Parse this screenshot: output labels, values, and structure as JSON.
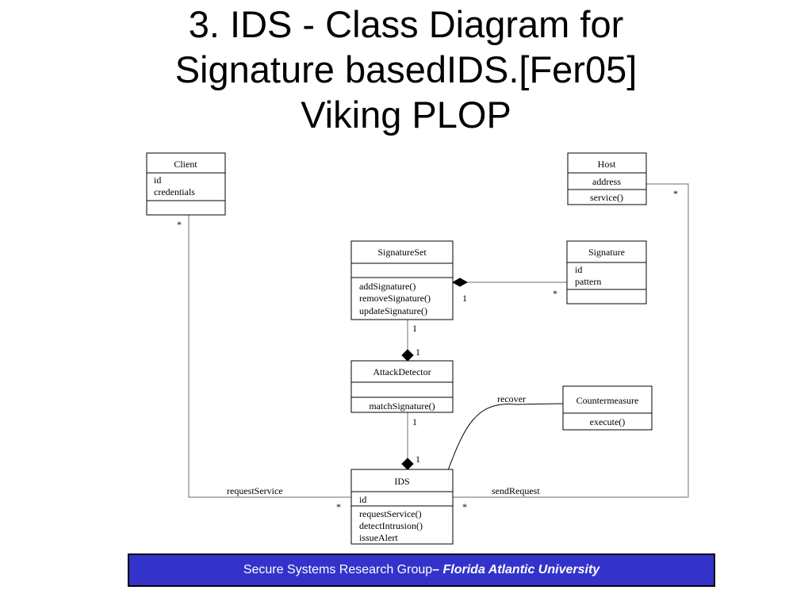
{
  "slide": {
    "title_lines": [
      "3. IDS - Class Diagram for",
      "Signature basedIDS.[Fer05]",
      "Viking PLOP"
    ]
  },
  "classes": {
    "client": {
      "name": "Client",
      "attributes": [
        "id",
        "credentials"
      ],
      "operations": []
    },
    "host": {
      "name": "Host",
      "attributes": [
        "address"
      ],
      "operations": [
        "service()"
      ]
    },
    "signature_set": {
      "name": "SignatureSet",
      "attributes": [],
      "operations": [
        "addSignature()",
        "removeSignature()",
        "updateSignature()"
      ]
    },
    "signature": {
      "name": "Signature",
      "attributes": [
        "id",
        "pattern"
      ],
      "operations": []
    },
    "attack_detector": {
      "name": "AttackDetector",
      "attributes": [],
      "operations": [
        "matchSignature()"
      ]
    },
    "countermeasure": {
      "name": "Countermeasure",
      "attributes": [],
      "operations": [
        "execute()"
      ]
    },
    "ids": {
      "name": "IDS",
      "attributes": [
        "id"
      ],
      "operations": [
        "requestService()",
        "detectIntrusion()",
        "issueAlert"
      ]
    }
  },
  "associations": {
    "request_service": "requestService",
    "send_request": "sendRequest",
    "recover": "recover"
  },
  "multiplicities": {
    "client_end": "*",
    "host_end": "*",
    "ids_client_end": "*",
    "ids_host_end": "*",
    "sigset_signature_whole": "1",
    "signature_part": "*",
    "sigset_detector_top": "1",
    "sigset_detector_bottom": "1",
    "detector_ids_top": "1",
    "detector_ids_bottom": "1"
  },
  "footer": {
    "group": "Secure Systems Research Group ",
    "university": "– Florida Atlantic University",
    "background_color": "#3333cc"
  }
}
